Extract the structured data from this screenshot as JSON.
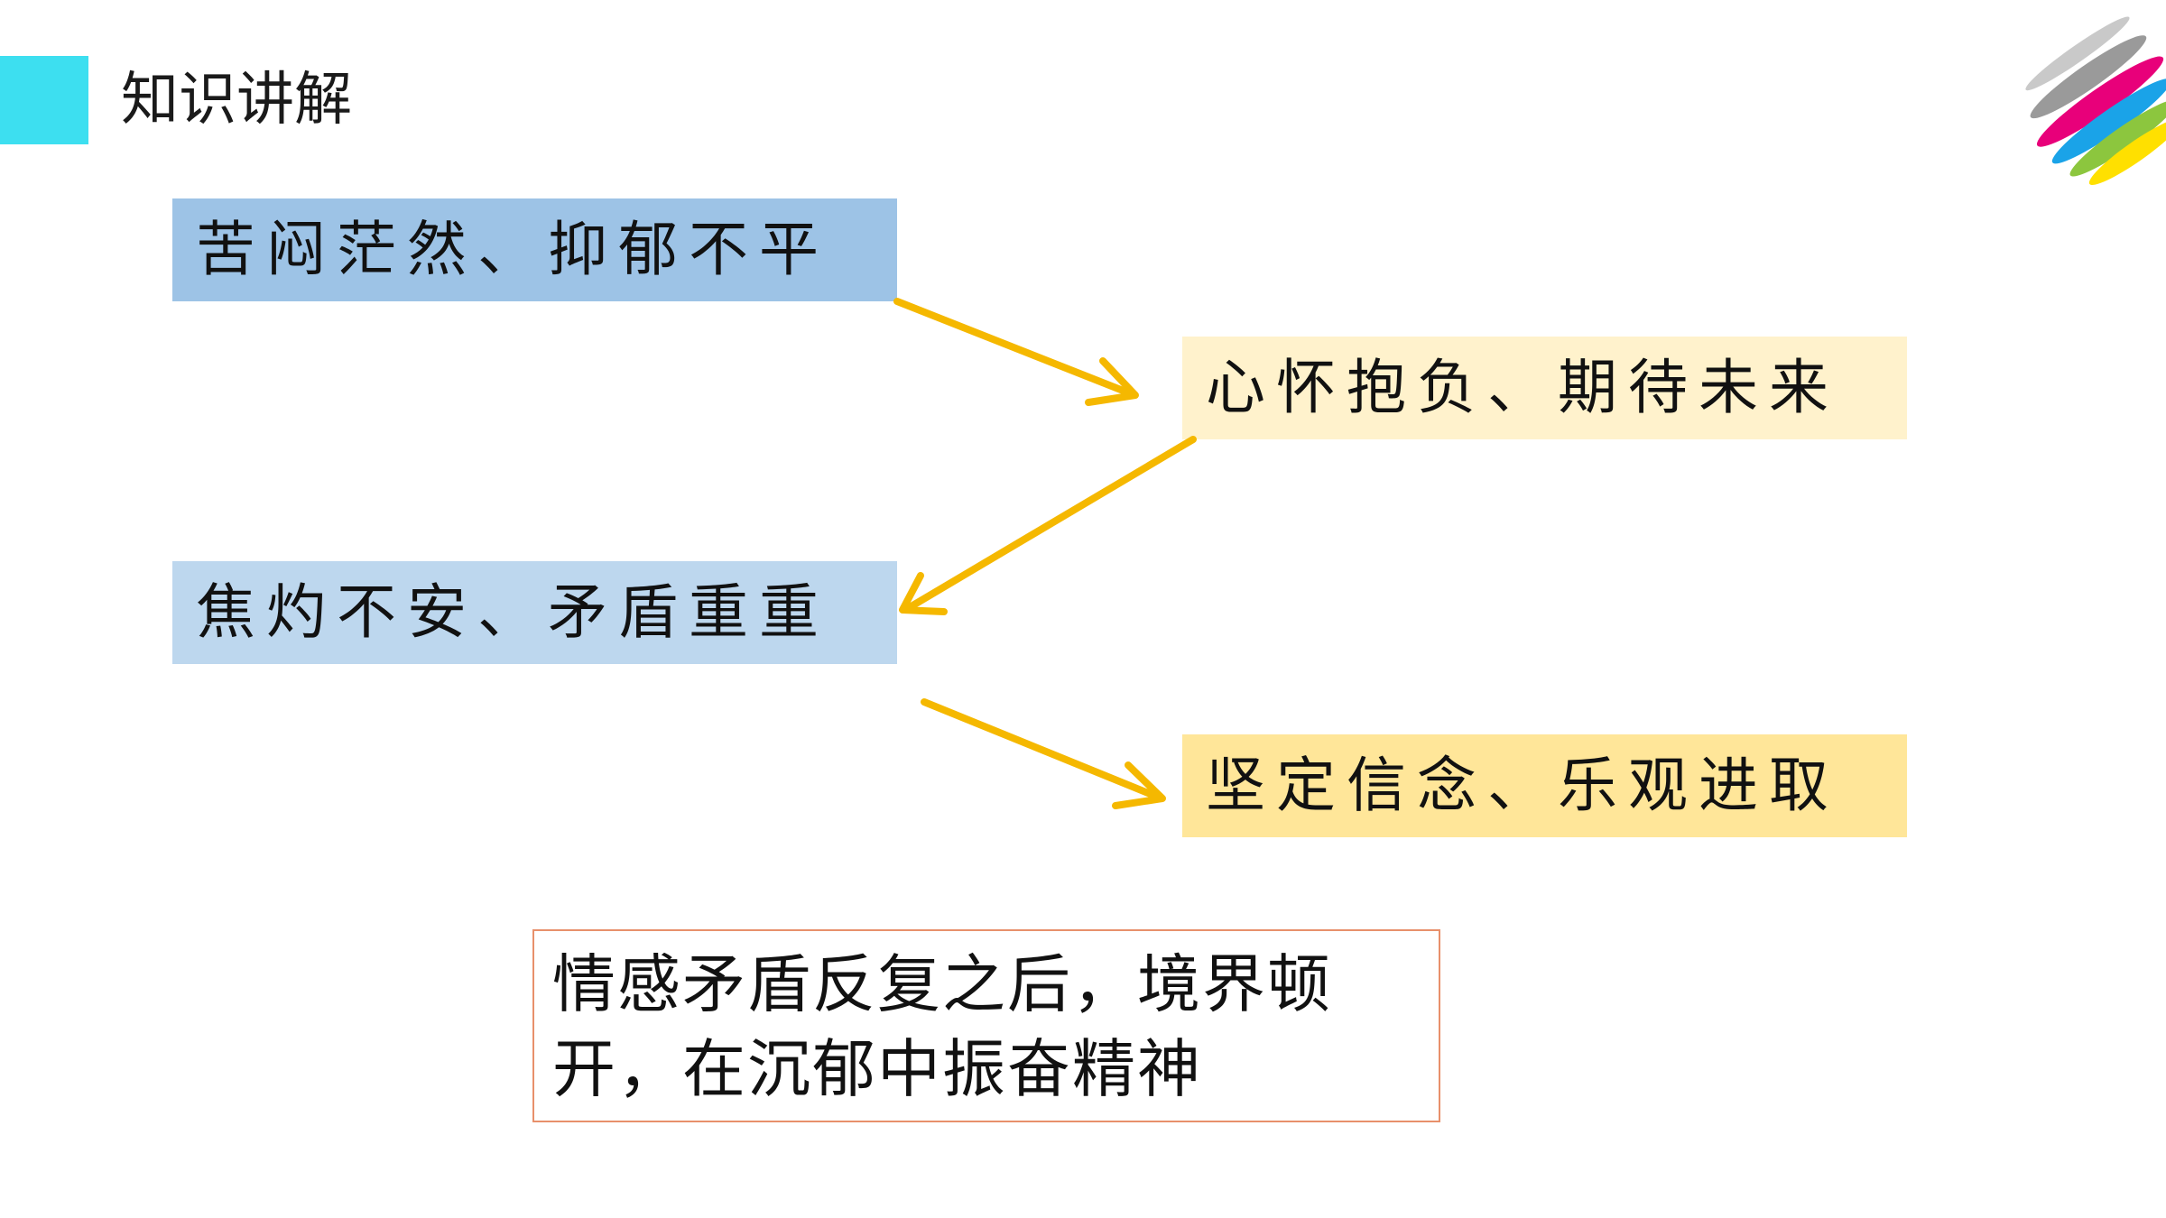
{
  "header": {
    "title": "知识讲解",
    "accent_color": "#3ddff0"
  },
  "diagram": {
    "nodes": [
      {
        "id": "n1",
        "label": "苦闷茫然、抑郁不平",
        "color": "#9dc3e6"
      },
      {
        "id": "n2",
        "label": "心怀抱负、期待未来",
        "color": "#fff2cc"
      },
      {
        "id": "n3",
        "label": "焦灼不安、矛盾重重",
        "color": "#bdd7ee"
      },
      {
        "id": "n4",
        "label": "坚定信念、乐观进取",
        "color": "#ffe699"
      }
    ],
    "edges": [
      {
        "from": "n1",
        "to": "n2"
      },
      {
        "from": "n2",
        "to": "n3"
      },
      {
        "from": "n3",
        "to": "n4"
      }
    ],
    "arrow_color": "#f5b800"
  },
  "summary": {
    "line1": "情感矛盾反复之后，境界顿",
    "line2": "开，在沉郁中振奋精神",
    "border_color": "#e8906b"
  }
}
